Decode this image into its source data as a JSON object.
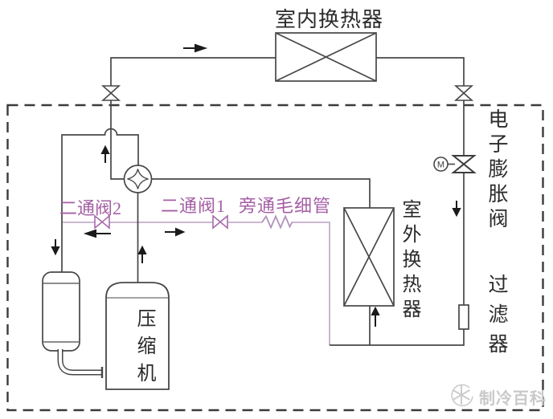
{
  "components": {
    "indoor_hx": {
      "label": "室内换热器"
    },
    "outdoor_hx": {
      "label": "室外换热器"
    },
    "expansion_valve": {
      "label": "电子膨胀阀",
      "motor_mark": "M"
    },
    "filter": {
      "label": "过滤器"
    },
    "compressor": {
      "label": "压缩机"
    },
    "two_way_valve_2": {
      "label": "二通阀2"
    },
    "two_way_valve_1": {
      "label": "二通阀1"
    },
    "bypass_capillary": {
      "label": "旁通毛细管"
    }
  },
  "watermark": {
    "text": "制冷百科"
  },
  "colors": {
    "line": "#474747",
    "dashed_border": "#3b3b3b",
    "pink_label": "#a55fa5",
    "pink_line": "#c3aecb",
    "pink_valve": "#a86aae",
    "watermark_gray": "#c9c9c9",
    "background": "#ffffff"
  }
}
